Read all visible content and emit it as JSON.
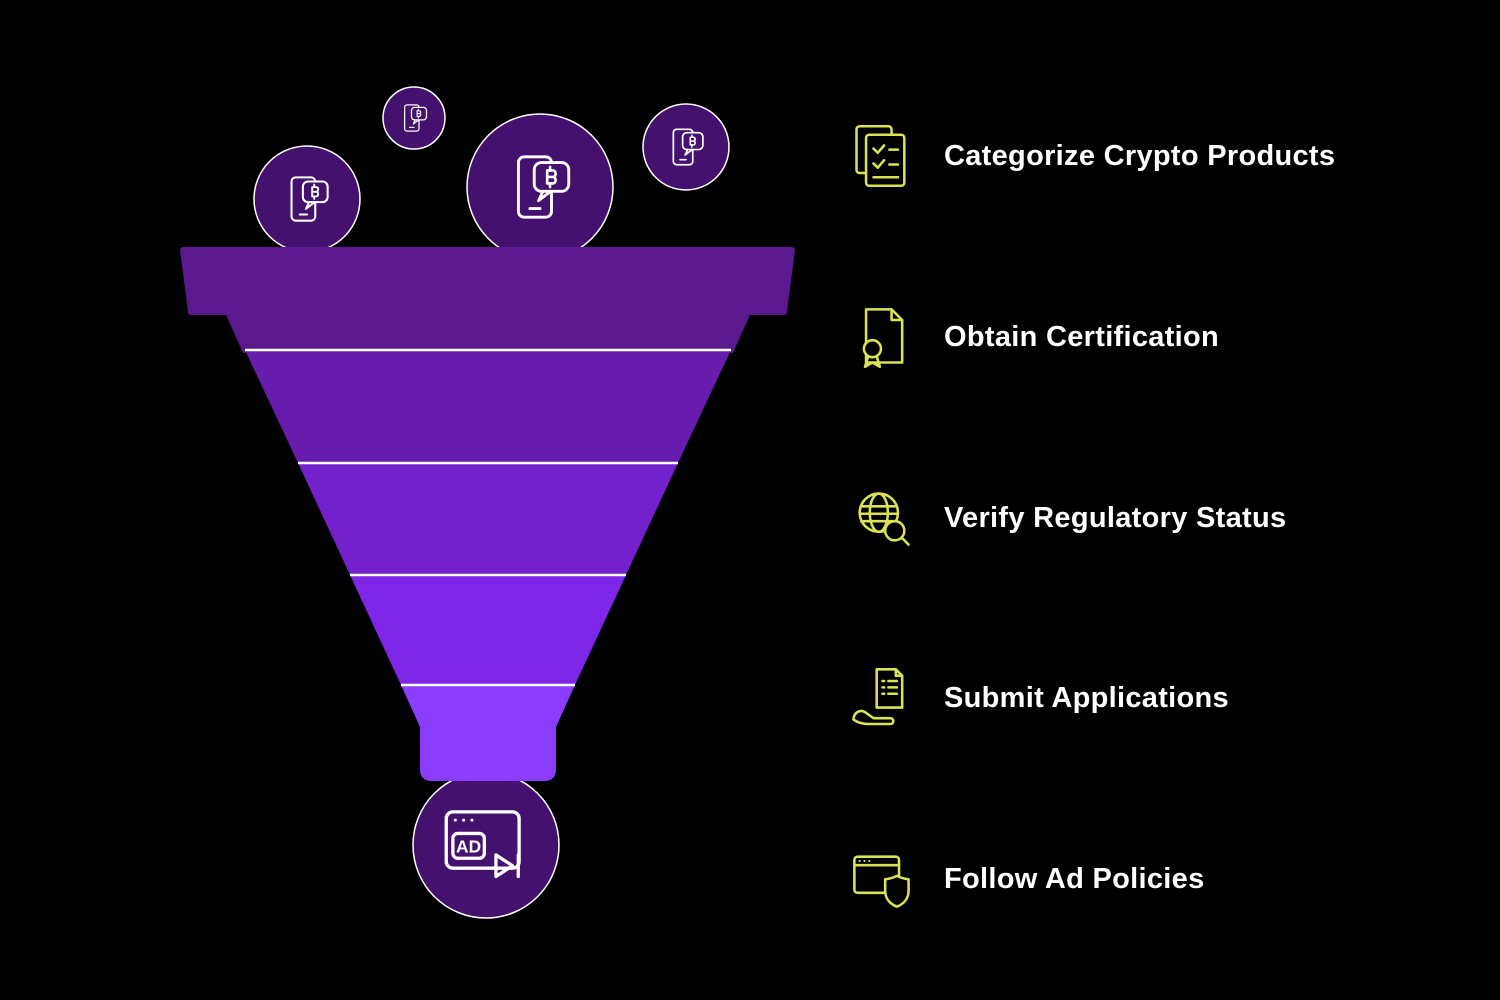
{
  "page": {
    "background": "#000000"
  },
  "funnel": {
    "bubble_fill": "#45116e",
    "bitcoin_symbol": "₿",
    "ad_label": "AD",
    "segments": [
      {
        "name": "stage-1",
        "color": "#5a1a8e"
      },
      {
        "name": "stage-2",
        "color": "#681cae"
      },
      {
        "name": "stage-3",
        "color": "#7320cd"
      },
      {
        "name": "stage-4",
        "color": "#7d26e8"
      },
      {
        "name": "stage-5",
        "color": "#8b3dfd"
      }
    ]
  },
  "steps": [
    {
      "label": "Categorize Crypto Products",
      "icon": "documents-checklist-icon"
    },
    {
      "label": "Obtain Certification",
      "icon": "certificate-ribbon-icon"
    },
    {
      "label": "Verify Regulatory Status",
      "icon": "globe-search-icon"
    },
    {
      "label": "Submit Applications",
      "icon": "hand-document-icon"
    },
    {
      "label": "Follow Ad Policies",
      "icon": "browser-shield-icon"
    }
  ],
  "colors": {
    "accent": "#dbe254",
    "text": "#ffffff",
    "funnel_divider": "#ffffff"
  }
}
